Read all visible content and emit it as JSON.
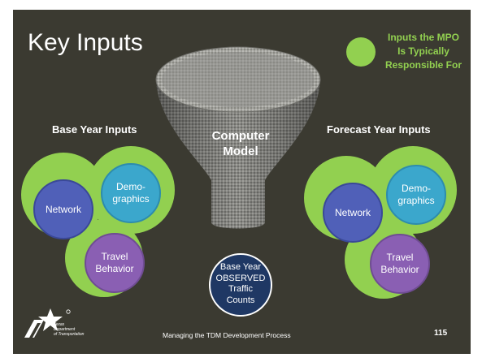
{
  "slide": {
    "title": "Key Inputs",
    "legend": {
      "line1": "Inputs the MPO",
      "line2": "Is Typically",
      "line3": "Responsible For",
      "color": "#92d050"
    },
    "base_year": {
      "heading": "Base Year Inputs",
      "network": "Network",
      "demographics_1": "Demo-",
      "demographics_2": "graphics",
      "travel_1": "Travel",
      "travel_2": "Behavior"
    },
    "forecast_year": {
      "heading": "Forecast Year Inputs",
      "network": "Network",
      "demographics_1": "Demo-",
      "demographics_2": "graphics",
      "travel_1": "Travel",
      "travel_2": "Behavior"
    },
    "model": {
      "line1": "Computer",
      "line2": "Model"
    },
    "observed": {
      "line1": "Base Year",
      "line2": "OBSERVED",
      "line3": "Traffic",
      "line4": "Counts"
    },
    "logo": {
      "line1": "Texas",
      "line2": "Department",
      "line3": "of Transportation"
    },
    "footer": "Managing the TDM Development Process",
    "page_number": "115",
    "colors": {
      "background": "#3b3a31",
      "green_ring": "#92d050",
      "network": "#5060b8",
      "demographics": "#3ba7cc",
      "travel_behavior": "#8a5fb3",
      "observed": "#1f3864"
    }
  }
}
